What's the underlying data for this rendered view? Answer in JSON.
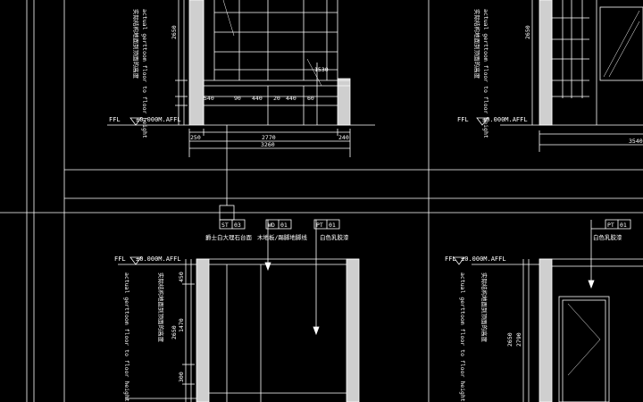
{
  "drawing": {
    "vertical_note_cn": "实际结构地面到顶面的高度",
    "vertical_note_en": "actual gerttoom floor to floor height",
    "ffl_label": "FFL",
    "ffl_value": "±0.000M.AFFL"
  },
  "top_left_panel": {
    "width_total": "3260",
    "width_mid": "2770",
    "left_offset": "250",
    "right_offset": "240",
    "height_total": "2650",
    "small_dims": [
      "540",
      "90",
      "440",
      "20",
      "440",
      "60",
      "1530"
    ]
  },
  "top_right_panel": {
    "width_total": "3540",
    "height_total": "2650"
  },
  "bottom_left_panel": {
    "tags": [
      {
        "code": "ST",
        "num": "03",
        "text": "爵士白大理石台面"
      },
      {
        "code": "WD",
        "num": "01",
        "text": "木地板/踢脚地脚线"
      },
      {
        "code": "PT",
        "num": "01",
        "text": "白色乳胶漆"
      }
    ],
    "dims_left": [
      "450",
      "1470",
      "2650",
      "300"
    ],
    "ffl_value": "±0.000M.AFFL"
  },
  "bottom_right_panel": {
    "tag": {
      "code": "PT",
      "num": "01",
      "text": "白色乳胶漆"
    },
    "dims_left": [
      "2650",
      "2790"
    ],
    "ffl_value": "±0.000M.AFFL"
  }
}
